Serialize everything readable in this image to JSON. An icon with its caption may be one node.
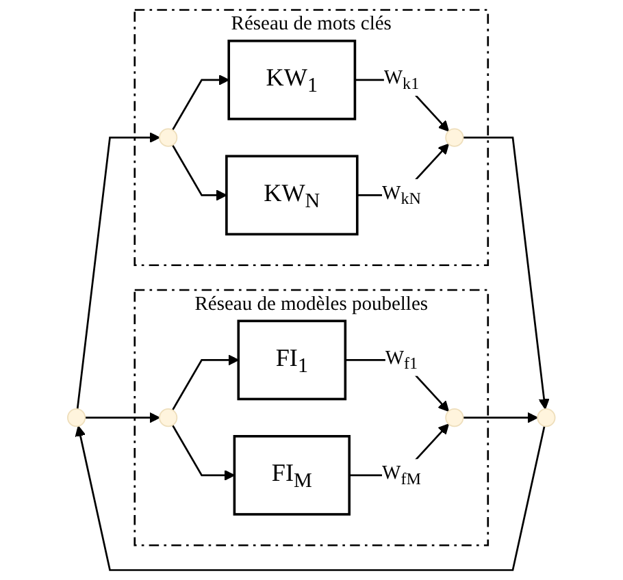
{
  "diagram": {
    "nodes": [
      {
        "text": [],
        "shape": "circle"
      },
      {
        "text": [
          "Réseau de mots clés"
        ]
      },
      {
        "text": [],
        "shape": "circle",
        "in": 1
      },
      {
        "text": [
          "KW$_{1}$"
        ],
        "in": 1
      },
      {
        "text": [
          "KW$_{N}$"
        ],
        "in": 1
      },
      {
        "text": [],
        "shape": "circle",
        "in": 1
      },
      {
        "text": [
          "Réseau de modèles poubelles"
        ]
      },
      {
        "text": [],
        "shape": "circle",
        "in": 6
      },
      {
        "text": [
          "FI$_{1}$"
        ],
        "in": 6
      },
      {
        "text": [
          "FI$_{M}$"
        ],
        "in": 6
      },
      {
        "text": [],
        "shape": "circle",
        "in": 6
      },
      {
        "text": [],
        "shape": "circle"
      }
    ],
    "edges": [
      {
        "from": 0,
        "to": 2,
        "arrow": "to"
      },
      {
        "from": 0,
        "to": 7,
        "arrow": "to"
      },
      {
        "from": 2,
        "to": 3,
        "arrow": "to"
      },
      {
        "from": 2,
        "to": 4,
        "arrow": "to"
      },
      {
        "from": 3,
        "to": 5,
        "arrow": "to",
        "label": "W$_{k1}$"
      },
      {
        "from": 4,
        "to": 5,
        "arrow": "to",
        "label": "W$_{kN}$"
      },
      {
        "from": 7,
        "to": 8,
        "arrow": "to"
      },
      {
        "from": 7,
        "to": 9,
        "arrow": "to"
      },
      {
        "from": 8,
        "to": 10,
        "arrow": "to",
        "label": "W$_{f1}$"
      },
      {
        "from": 9,
        "to": 10,
        "arrow": "to",
        "label": "W$_{fM}$"
      },
      {
        "from": 5,
        "to": 11,
        "arrow": "to"
      },
      {
        "from": 10,
        "to": 11,
        "arrow": "to"
      },
      {
        "from": 11,
        "to": 0,
        "arrow": "to"
      }
    ]
  }
}
